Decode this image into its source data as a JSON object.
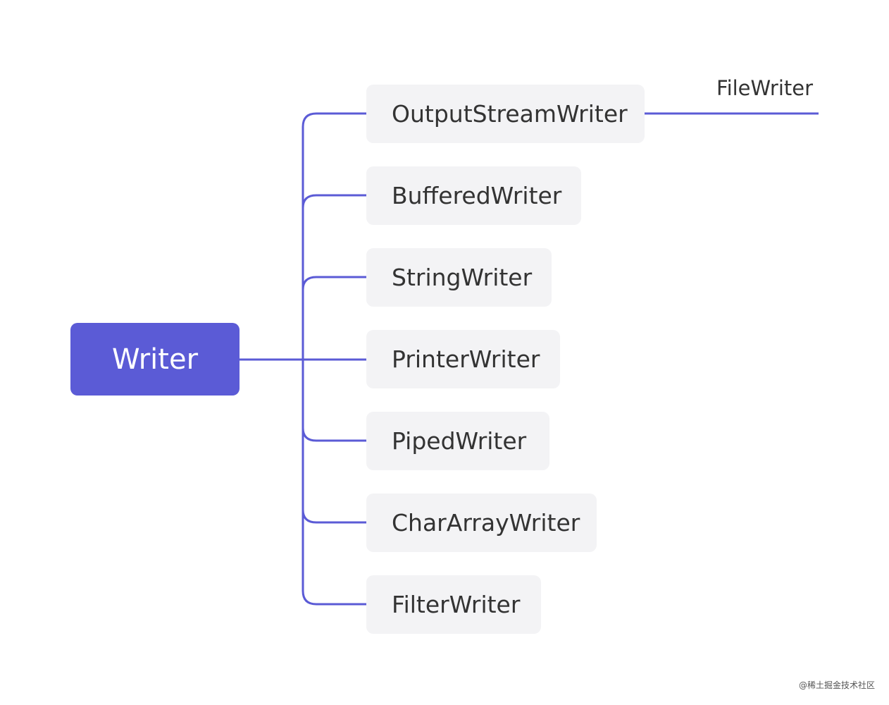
{
  "root": {
    "label": "Writer"
  },
  "children": [
    {
      "label": "OutputStreamWriter"
    },
    {
      "label": "BufferedWriter"
    },
    {
      "label": "StringWriter"
    },
    {
      "label": "PrinterWriter"
    },
    {
      "label": "PipedWriter"
    },
    {
      "label": "CharArrayWriter"
    },
    {
      "label": "FilterWriter"
    }
  ],
  "leaf": {
    "label": "FileWriter"
  },
  "watermark": "@稀土掘金技术社区",
  "colors": {
    "accent": "#5b5bd6",
    "node_bg": "#f3f3f5",
    "text": "#333333"
  }
}
